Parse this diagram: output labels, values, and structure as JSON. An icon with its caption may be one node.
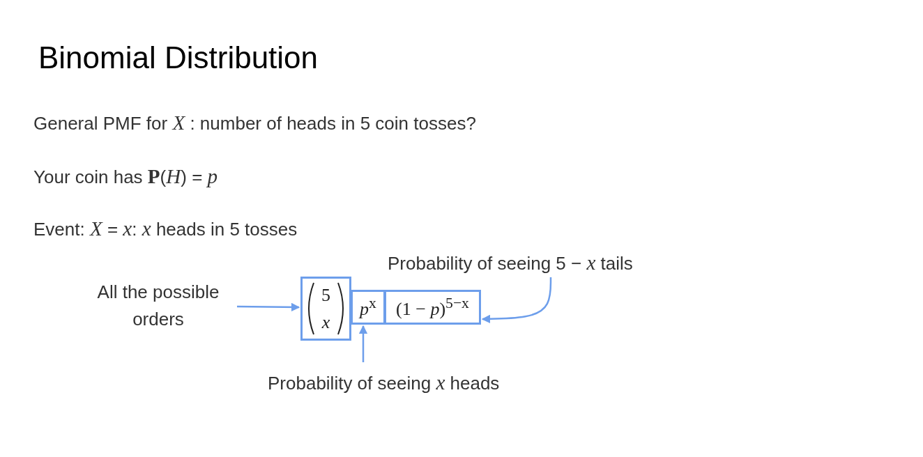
{
  "diagram": {
    "title": "Binomial Distribution",
    "nodes": [
      {
        "text": [
          "All the possible orders"
        ]
      },
      {
        "text": [
          "5",
          "*x*"
        ]
      },
      {
        "text": [
          "*p*$^{x}$"
        ]
      },
      {
        "text": [
          "(1 − *p*)$^{5−x}$"
        ]
      },
      {
        "text": [
          "Probability of seeing 5 − *x* tails"
        ]
      },
      {
        "text": [
          "Probability of seeing *x* heads"
        ]
      }
    ],
    "edges": [
      {
        "from": 0,
        "to": 1,
        "arrow": "to"
      },
      {
        "from": 4,
        "to": 3,
        "arrow": "to"
      },
      {
        "from": 5,
        "to": 2,
        "arrow": "to"
      }
    ],
    "labels": [
      "General PMF for *X* : number of heads in 5 coin tosses?",
      "Your coin has **P**(*H*) = *p*",
      "Event: *X* = *x*:  *x* heads in 5 tosses"
    ]
  }
}
